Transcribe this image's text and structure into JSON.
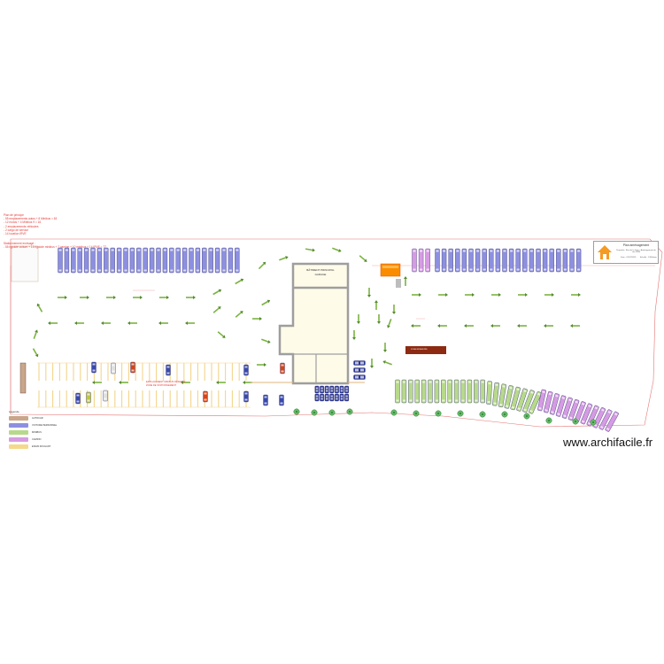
{
  "notes": {
    "heading": "Plan de principe",
    "lines": [
      "- 55 emplacements autos + 8 Minibus = 63",
      "- 12 motos + 4 Minibus 9 = 16",
      "- 2 emplacements véhicules",
      "- 2 cargo de service",
      "- 14 location IRVE"
    ],
    "heading2": "Stationnement envisagé :",
    "summary": "- 55 rigolote voiture + 15 rigolote minibus + 7 camion + 10 minibus + 14 IRVE = 77"
  },
  "title_block": {
    "title": "Plan aménagement",
    "subtitle": "Propriété • Rue de la Gare • Aménagement du site PRM",
    "field_a": "Date : 01/07/2025",
    "field_b": "Echelle : 1/500ème"
  },
  "labels": {
    "building_main": "BÂTIMENT PRINCIPAL",
    "building_sub": "GARAGE",
    "red_zone": "EMPLACEMENT MINIBUS RÉSERVÉ",
    "red_zone_2": "ZONE DE STATIONNEMENT",
    "sign": "ZONE RÉSERVÉE"
  },
  "legend": {
    "title": "Légende",
    "items": [
      {
        "label": "AUTOCAR",
        "color": "#c9a68a"
      },
      {
        "label": "VOITURE PERSONNEL",
        "color": "#8d8fe0"
      },
      {
        "label": "MINIBUS",
        "color": "#b7d98b"
      },
      {
        "label": "CAMION",
        "color": "#d69be3"
      },
      {
        "label": "ENGIN ROULANT",
        "color": "#f5d98a"
      }
    ]
  },
  "watermark": "www.archifacile.fr",
  "colors": {
    "boundary": "#e57373",
    "arrow": "#7cb342",
    "bus_blue": "#8d8fe0",
    "bus_purple": "#d69be3",
    "bus_green": "#b7d98b",
    "line_yellow": "#f3d58b",
    "wall": "#9e9e9e",
    "orange": "#fb8c00",
    "sign_brown": "#8d2a12"
  }
}
